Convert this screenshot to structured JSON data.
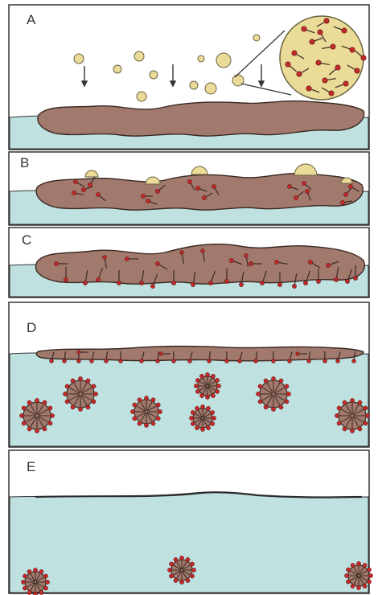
{
  "panels": [
    {
      "id": "A",
      "label": "A"
    },
    {
      "id": "B",
      "label": "B"
    },
    {
      "id": "C",
      "label": "C"
    },
    {
      "id": "D",
      "label": "D"
    },
    {
      "id": "E",
      "label": "E"
    }
  ],
  "colors": {
    "water": "#bfe1e0",
    "oil": "#a27a6d",
    "oil_stroke": "#3a2a24",
    "droplet": "#eadb98",
    "droplet_stroke": "#6b6241",
    "surfactant_head": "#c42a2a",
    "surfactant_tail": "#3a2a24",
    "border": "#333333"
  },
  "icons": {
    "arrow": "down-arrow-icon",
    "magnifier": "zoom-inset-icon"
  }
}
